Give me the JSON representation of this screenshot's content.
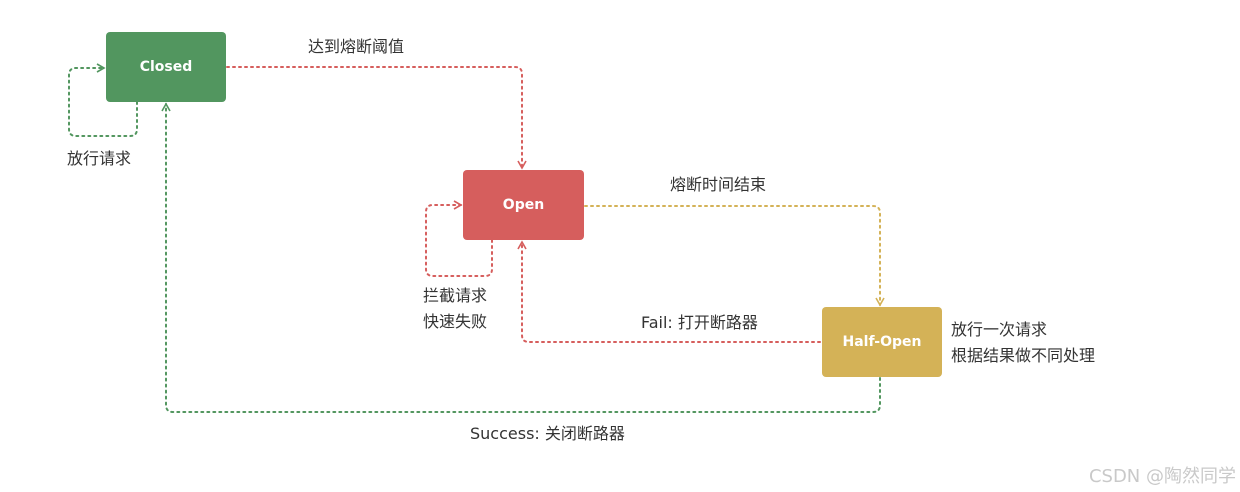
{
  "states": {
    "closed": {
      "label": "Closed",
      "color": "#52965f"
    },
    "open": {
      "label": "Open",
      "color": "#d65e5d"
    },
    "half_open": {
      "label": "Half-Open",
      "color": "#d4b257"
    }
  },
  "transitions": {
    "closed_to_open": "达到熔断阈值",
    "open_to_half_open": "熔断时间结束",
    "half_open_to_open": "Fail: 打开断路器",
    "half_open_to_closed": "Success: 关闭断路器"
  },
  "self_loops": {
    "closed": "放行请求",
    "open_line1": "拦截请求",
    "open_line2": "快速失败"
  },
  "half_open_notes": {
    "line1": "放行一次请求",
    "line2": "根据结果做不同处理"
  },
  "watermark": "CSDN @陶然同学",
  "colors": {
    "green": "#52965f",
    "red": "#d65e5d",
    "yellow": "#d4b257",
    "text": "#333333"
  }
}
